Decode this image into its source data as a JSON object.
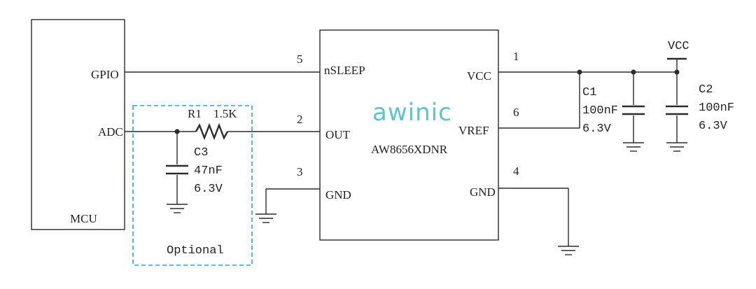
{
  "colors": {
    "line": "#2b2b2b",
    "logo": "#5ec4c8",
    "optional_box": "#2aa3e0"
  },
  "mcu": {
    "title": "MCU",
    "gpio_label": "GPIO",
    "adc_label": "ADC"
  },
  "chip": {
    "logo": "awinic",
    "part": "AW8656XDNR",
    "pins": {
      "nsleep": {
        "name": "nSLEEP",
        "number": "5"
      },
      "out": {
        "name": "OUT",
        "number": "2"
      },
      "gnd_left": {
        "name": "GND",
        "number": "3"
      },
      "vcc": {
        "name": "VCC",
        "number": "1"
      },
      "vref": {
        "name": "VREF",
        "number": "6"
      },
      "gnd_right": {
        "name": "GND",
        "number": "4"
      }
    }
  },
  "components": {
    "r1": {
      "ref": "R1",
      "value": "1.5K"
    },
    "c3": {
      "ref": "C3",
      "value": "47nF",
      "voltage": "6.3V"
    },
    "c1": {
      "ref": "C1",
      "value": "100nF",
      "voltage": "6.3V"
    },
    "c2": {
      "ref": "C2",
      "value": "100nF",
      "voltage": "6.3V"
    }
  },
  "rails": {
    "vcc": "VCC"
  },
  "optional_label": "Optional"
}
